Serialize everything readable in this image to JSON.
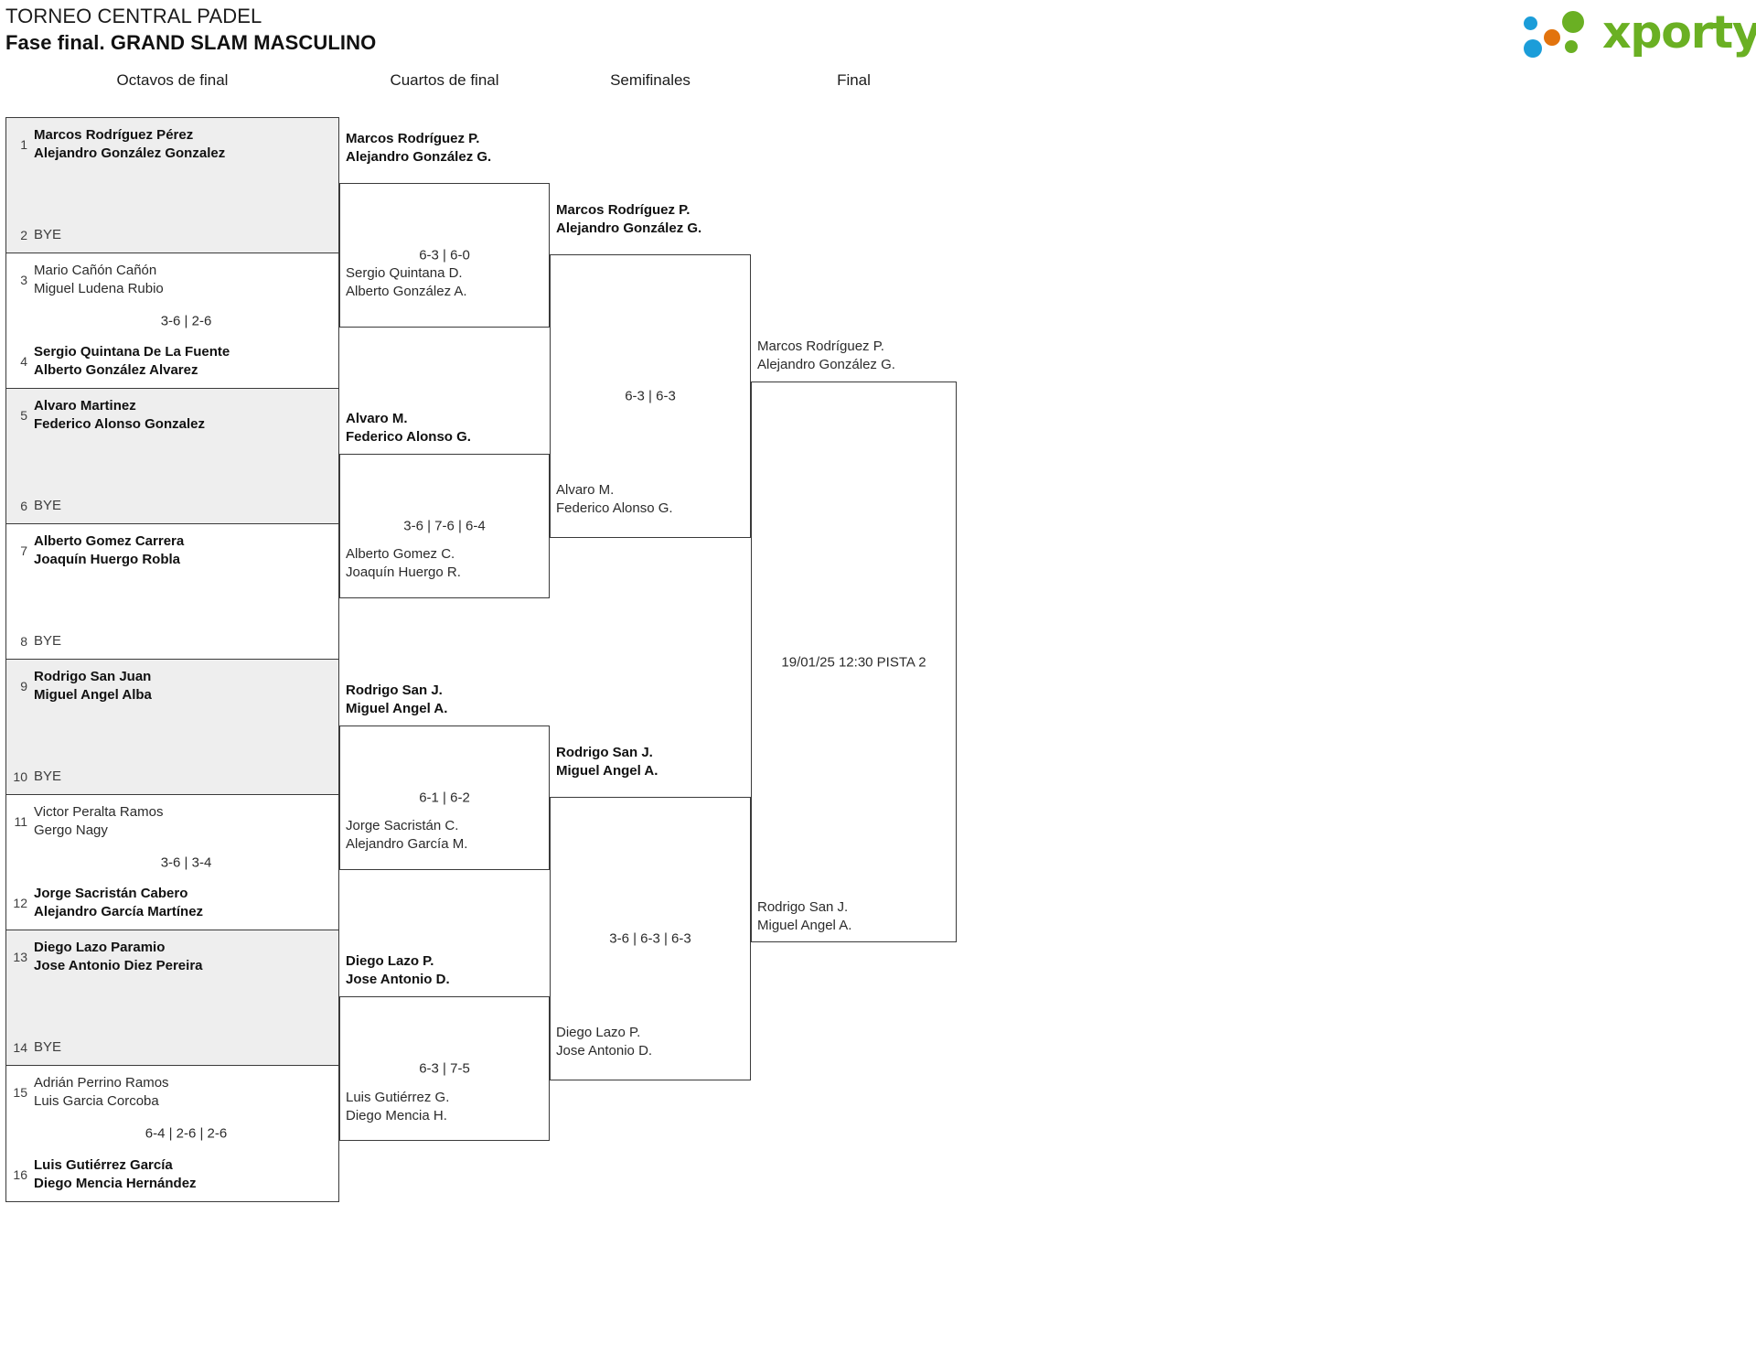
{
  "header": {
    "tournament": "TORNEO CENTRAL PADEL",
    "phase": "Fase final. GRAND SLAM MASCULINO",
    "logo": {
      "name": "xporty-logo",
      "wordmark": "xporty",
      "colors": {
        "green": "#6ab023",
        "blue": "#1b9dd9",
        "orange": "#e2730d"
      }
    }
  },
  "rounds": [
    {
      "label": "Octavos de final"
    },
    {
      "label": "Cuartos de final"
    },
    {
      "label": "Semifinales"
    },
    {
      "label": "Final"
    }
  ],
  "round1": {
    "matches": [
      {
        "top": {
          "seed": "1",
          "p1": "Marcos Rodríguez Pérez",
          "p2": "Alejandro González Gonzalez",
          "winner": true
        },
        "bottom": {
          "seed": "2",
          "bye": "BYE"
        },
        "score": "",
        "shaded": true
      },
      {
        "top": {
          "seed": "3",
          "p1": "Mario Cañón Cañón",
          "p2": "Miguel Ludena Rubio",
          "winner": false
        },
        "bottom": {
          "seed": "4",
          "p1": "Sergio Quintana De La Fuente",
          "p2": "Alberto González Alvarez",
          "winner": true
        },
        "score": "3-6 | 2-6",
        "shaded": false
      },
      {
        "top": {
          "seed": "5",
          "p1": "Alvaro Martinez",
          "p2": "Federico Alonso Gonzalez",
          "winner": true
        },
        "bottom": {
          "seed": "6",
          "bye": "BYE"
        },
        "score": "",
        "shaded": true
      },
      {
        "top": {
          "seed": "7",
          "p1": "Alberto Gomez Carrera",
          "p2": "Joaquín Huergo Robla",
          "winner": true
        },
        "bottom": {
          "seed": "8",
          "bye": "BYE"
        },
        "score": "",
        "shaded": false
      },
      {
        "top": {
          "seed": "9",
          "p1": "Rodrigo San Juan",
          "p2": "Miguel Angel Alba",
          "winner": true
        },
        "bottom": {
          "seed": "10",
          "bye": "BYE"
        },
        "score": "",
        "shaded": true
      },
      {
        "top": {
          "seed": "11",
          "p1": "Victor Peralta Ramos",
          "p2": "Gergo Nagy",
          "winner": false
        },
        "bottom": {
          "seed": "12",
          "p1": "Jorge Sacristán Cabero",
          "p2": "Alejandro García Martínez",
          "winner": true
        },
        "score": "3-6 | 3-4",
        "shaded": false
      },
      {
        "top": {
          "seed": "13",
          "p1": "Diego Lazo Paramio",
          "p2": "Jose Antonio Diez Pereira",
          "winner": true
        },
        "bottom": {
          "seed": "14",
          "bye": "BYE"
        },
        "score": "",
        "shaded": true
      },
      {
        "top": {
          "seed": "15",
          "p1": "Adrián Perrino Ramos",
          "p2": "Luis Garcia Corcoba",
          "winner": false
        },
        "bottom": {
          "seed": "16",
          "p1": "Luis Gutiérrez García",
          "p2": "Diego Mencia Hernández",
          "winner": true
        },
        "score": "6-4 | 2-6 | 2-6",
        "shaded": false
      }
    ]
  },
  "quarterfinals": [
    {
      "top": {
        "p1": "Marcos Rodríguez P.",
        "p2": "Alejandro González G.",
        "winner": true
      },
      "bottom": {
        "p1": "Sergio Quintana D.",
        "p2": "Alberto González A.",
        "winner": false
      },
      "score": "6-3 | 6-0"
    },
    {
      "top": {
        "p1": "Alvaro M.",
        "p2": "Federico Alonso G.",
        "winner": true
      },
      "bottom": {
        "p1": "Alberto Gomez C.",
        "p2": "Joaquín Huergo R.",
        "winner": false
      },
      "score": "3-6 | 7-6 | 6-4"
    },
    {
      "top": {
        "p1": "Rodrigo San J.",
        "p2": "Miguel Angel A.",
        "winner": true
      },
      "bottom": {
        "p1": "Jorge Sacristán C.",
        "p2": "Alejandro García M.",
        "winner": false
      },
      "score": "6-1 | 6-2"
    },
    {
      "top": {
        "p1": "Diego Lazo P.",
        "p2": "Jose Antonio D.",
        "winner": true
      },
      "bottom": {
        "p1": "Luis Gutiérrez G.",
        "p2": "Diego Mencia H.",
        "winner": false
      },
      "score": "6-3 | 7-5"
    }
  ],
  "semifinals": [
    {
      "top": {
        "p1": "Marcos Rodríguez P.",
        "p2": "Alejandro González G.",
        "winner": true
      },
      "bottom": {
        "p1": "Alvaro M.",
        "p2": "Federico Alonso G.",
        "winner": false
      },
      "score": "6-3 | 6-3"
    },
    {
      "top": {
        "p1": "Rodrigo San J.",
        "p2": "Miguel Angel A.",
        "winner": true
      },
      "bottom": {
        "p1": "Diego Lazo P.",
        "p2": "Jose Antonio D.",
        "winner": false
      },
      "score": "3-6 | 6-3 | 6-3"
    }
  ],
  "final": {
    "top": {
      "p1": "Marcos Rodríguez P.",
      "p2": "Alejandro González G.",
      "winner": false
    },
    "bottom": {
      "p1": "Rodrigo San J.",
      "p2": "Miguel Angel A.",
      "winner": false
    },
    "score": "19/01/25 12:30 PISTA 2"
  }
}
